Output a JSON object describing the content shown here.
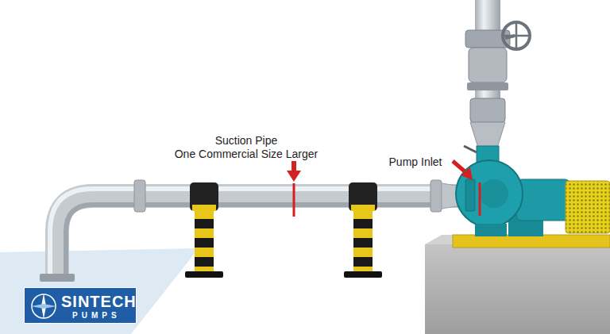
{
  "diagram": {
    "nodes": [
      {
        "text": [
          "SINTECH",
          "PUMPS"
        ]
      }
    ],
    "labels": [
      "Suction Pipe",
      "One Commercial Size Larger",
      "Pump Inlet"
    ]
  }
}
